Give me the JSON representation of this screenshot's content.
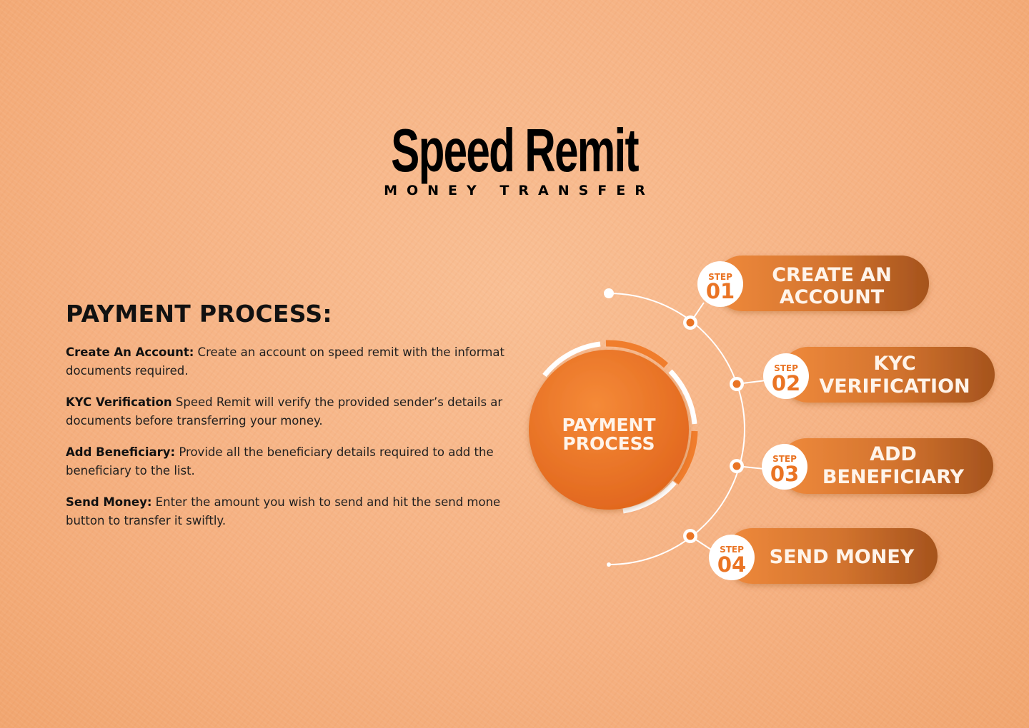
{
  "logo": {
    "title": "Speed Remit",
    "subtitle": "MONEY TRANSFER"
  },
  "section": {
    "heading": "PAYMENT PROCESS:",
    "paragraphs": [
      {
        "bold": "Create An Account:",
        "line1_rest": " Create an account on speed remit with the informat",
        "line2": "documents required."
      },
      {
        "bold": "KYC Verification",
        "line1_rest": " Speed Remit will verify the provided sender’s details ar",
        "line2": "documents before transferring your money."
      },
      {
        "bold": "Add Beneficiary:",
        "line1_rest": " Provide all the beneficiary details required to add the",
        "line2": "beneficiary to the list."
      },
      {
        "bold": "Send Money:",
        "line1_rest": " Enter the amount you wish to send and hit the send mone",
        "line2": "button to transfer it swiftly."
      }
    ]
  },
  "diagram": {
    "center_line1": "PAYMENT",
    "center_line2": "PROCESS",
    "step_word": "STEP",
    "steps": [
      {
        "number": "01",
        "line1": "CREATE AN",
        "line2": "ACCOUNT"
      },
      {
        "number": "02",
        "line1": "KYC",
        "line2": "VERIFICATION"
      },
      {
        "number": "03",
        "line1": "ADD",
        "line2": "BENEFICIARY"
      },
      {
        "number": "04",
        "line1": "SEND MONEY",
        "line2": ""
      }
    ]
  },
  "colors": {
    "orange": "#ea7424",
    "orange_dark": "#a9561f",
    "orange_light": "#f08c3e",
    "white": "#ffffff"
  }
}
